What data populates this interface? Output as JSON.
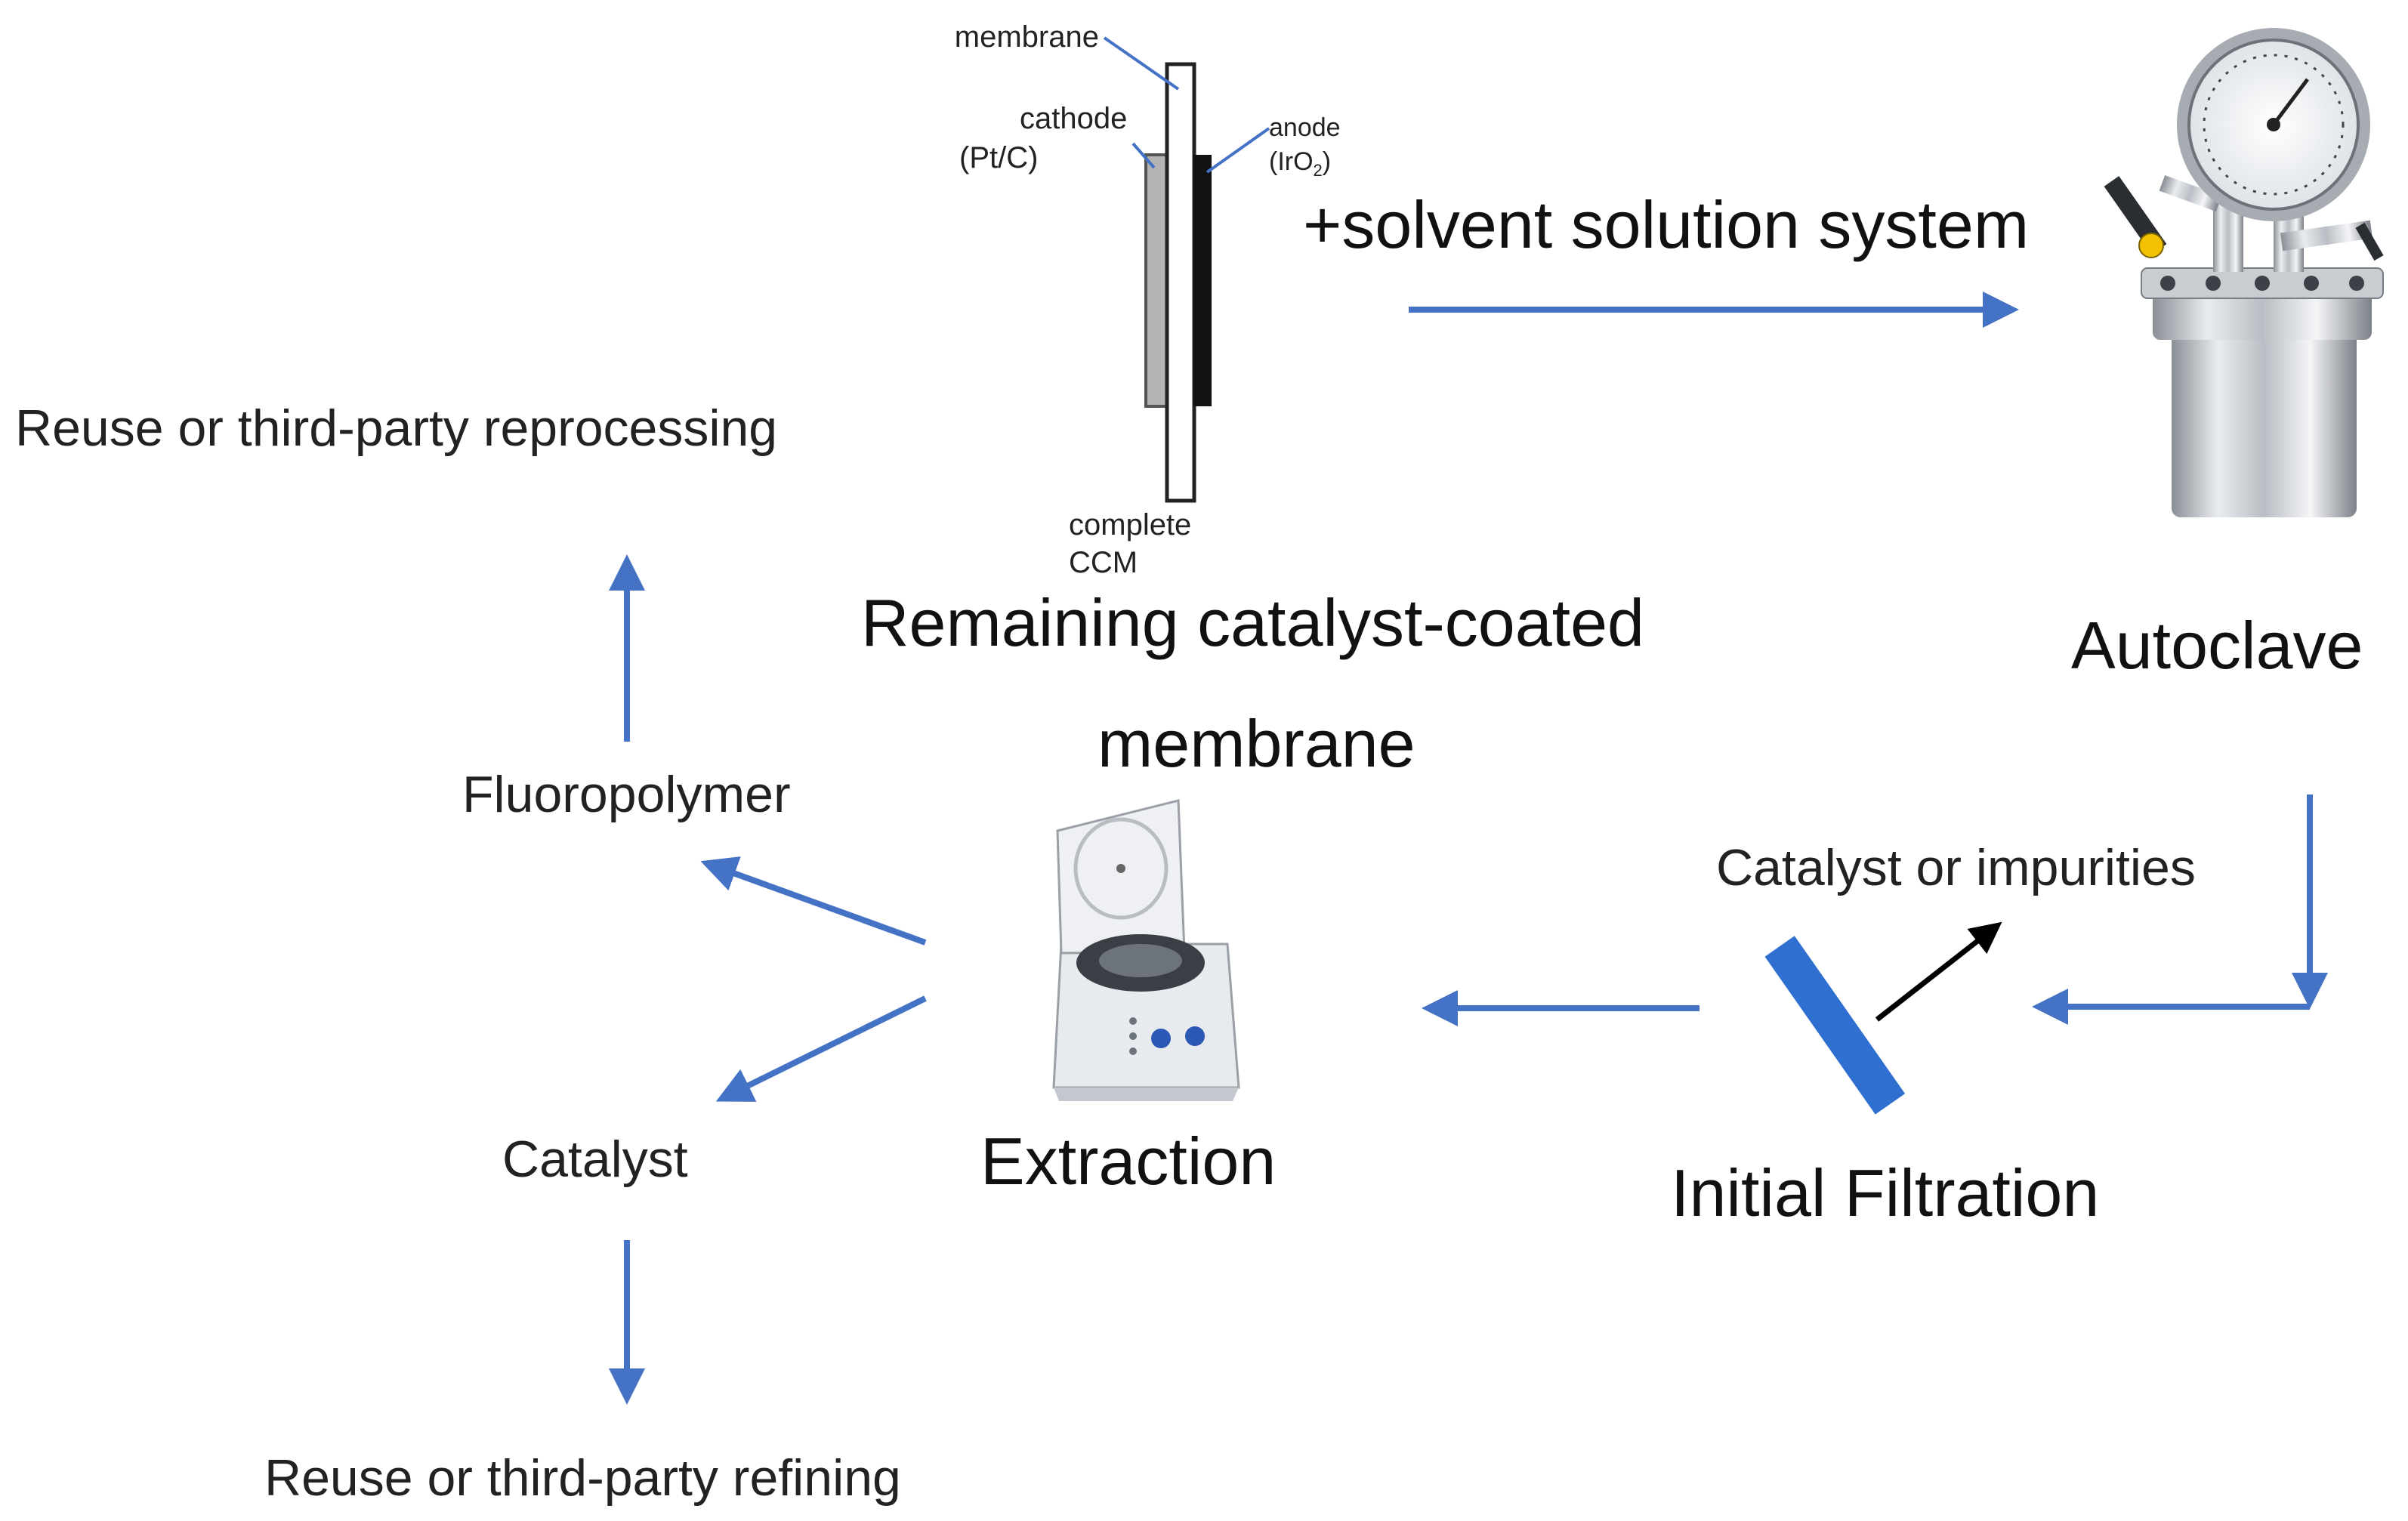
{
  "labels": {
    "membrane": "membrane",
    "cathode_line1": "cathode",
    "cathode_line2": "(Pt/C)",
    "anode_line1": "anode",
    "anode_line2_prefix": "(IrO",
    "anode_line2_sub": "2",
    "anode_line2_suffix": ")",
    "complete_line1": "complete",
    "complete_line2": "CCM",
    "solvent": "+solvent solution system",
    "remaining_line1": "Remaining catalyst-coated",
    "remaining_line2": "membrane",
    "autoclave": "Autoclave",
    "reuse_reprocessing": "Reuse or third-party reprocessing",
    "fluoropolymer": "Fluoropolymer",
    "catalyst": "Catalyst",
    "reuse_refining": "Reuse or third-party refining",
    "extraction": "Extraction",
    "catalyst_impurities": "Catalyst or impurities",
    "initial_filtration": "Initial Filtration"
  },
  "colors": {
    "arrow": "#4472c4",
    "filter": "#2f6fd0",
    "impurity_arrow": "#000000"
  }
}
